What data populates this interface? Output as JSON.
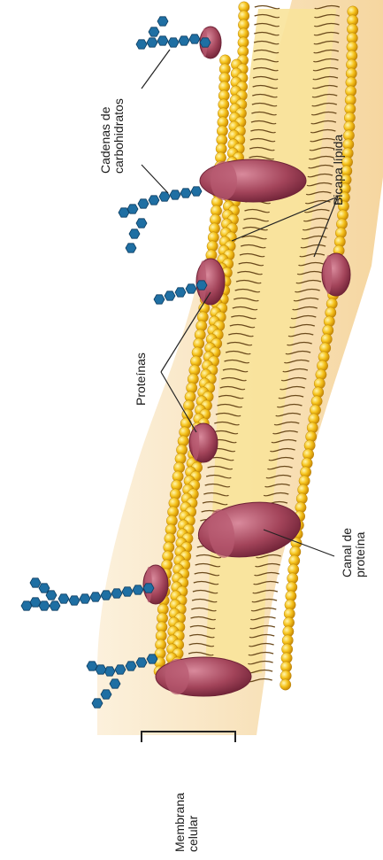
{
  "labels": {
    "carbohydrate_chains": [
      "Cadenas de",
      "carbohidratos"
    ],
    "lipid_bilayer": "Bicapa lípida",
    "proteins": "Proteínas",
    "protein_channel": [
      "Canal de",
      "proteína"
    ],
    "cell_membrane": [
      "Membrana",
      "celular"
    ]
  },
  "colors": {
    "cytoplasm": "#f7d9a6",
    "phospholipid_head": "#f5c21a",
    "phospholipid_tail": "#6b4a1c",
    "protein": "#a3445a",
    "carbohydrate": "#1f6fa3",
    "label_text": "#1a1a1a"
  }
}
